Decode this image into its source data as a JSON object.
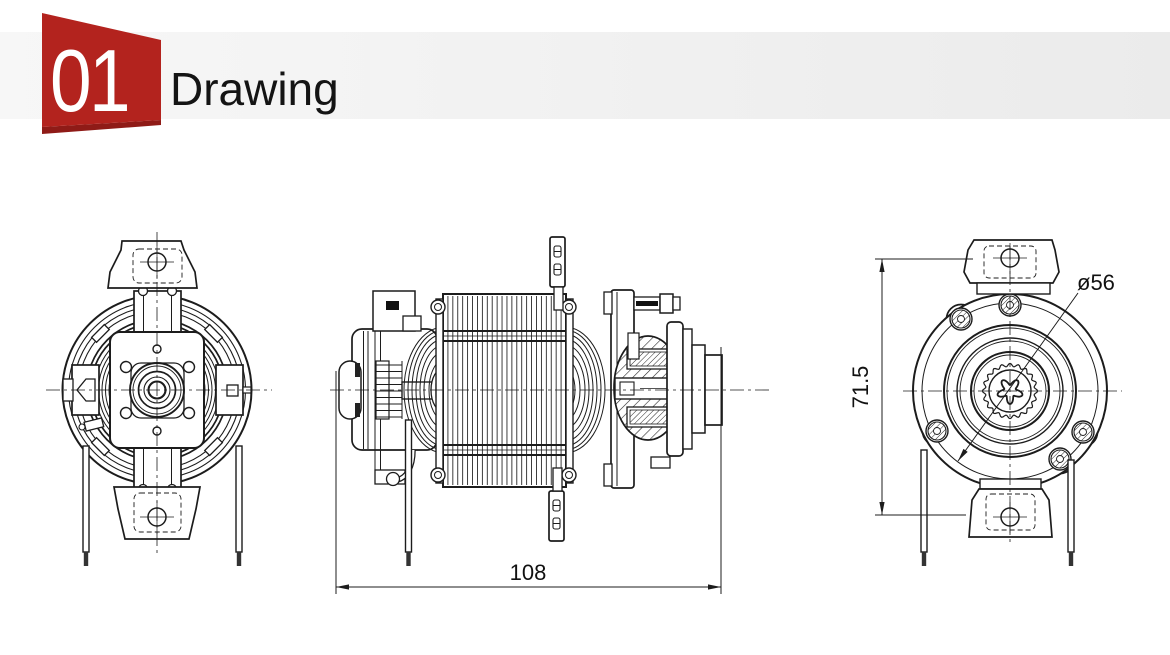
{
  "header": {
    "badge_number": "01",
    "title": "Drawing",
    "badge_color": "#b3231e",
    "badge_shadow_color": "#8f1b17"
  },
  "drawings": {
    "side_view": {
      "length_label": "108"
    },
    "rear_view": {
      "height_label": "71.5",
      "diameter_label": "ø56"
    }
  },
  "line_color": "#1c1c1c"
}
